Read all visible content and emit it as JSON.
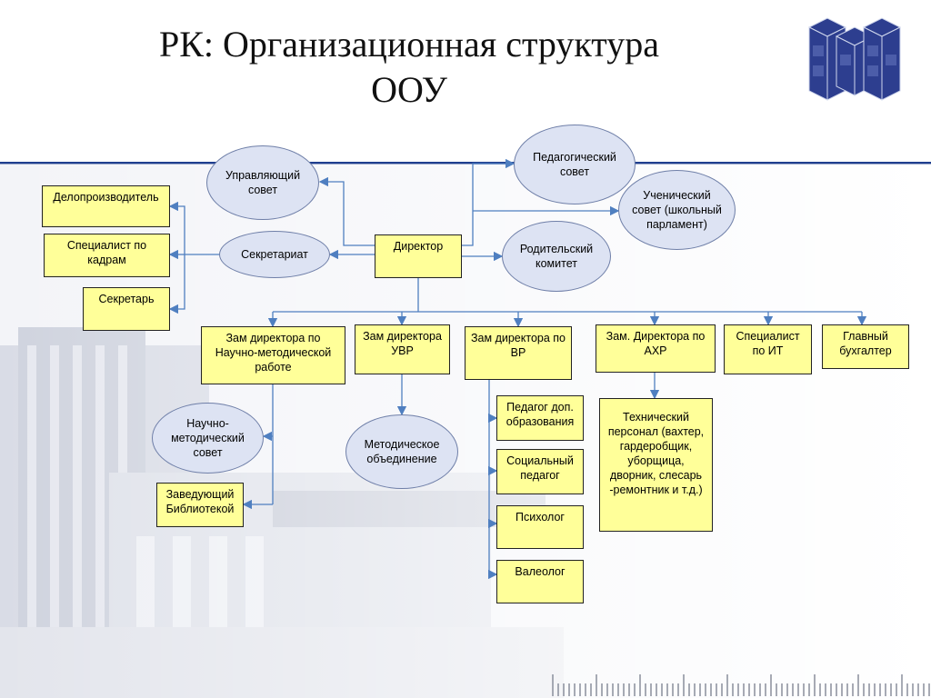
{
  "slide": {
    "title_line1": "РК: Организационная структура",
    "title_line2": "ООУ"
  },
  "nodes": {
    "director": "Директор",
    "governing_council": "Управляющий совет",
    "secretariat": "Секретариат",
    "records_clerk": "Делопроизводитель",
    "hr_specialist": "Специалист по кадрам",
    "secretary": "Секретарь",
    "pedagogical_council": "Педагогический совет",
    "student_council": "Ученический совет (школьный парламент)",
    "parent_committee": "Родительский комитет",
    "deputy_methodical": "Зам директора по Научно-методической работе",
    "deputy_uvr": "Зам директора УВР",
    "deputy_vr": "Зам директора по ВР",
    "deputy_ahr": "Зам. Директора по АХР",
    "it_specialist": "Специалист по ИТ",
    "chief_accountant": "Главный бухгалтер",
    "scientific_methodical_council": "Научно-методический совет",
    "head_librarian": "Заведующий Библиотекой",
    "methodical_association": "Методическое объединение",
    "extra_education_teacher": "Педагог доп. образования",
    "social_pedagogue": "Социальный педагог",
    "psychologist": "Психолог",
    "valeologist": "Валеолог",
    "technical_staff": "Технический персонал (вахтер, гардеробщик, уборщица, дворник, слесарь -ремонтник и т.д.)"
  },
  "colors": {
    "box_fill": "#ffff99",
    "ellipse_fill": "#dde3f3",
    "connector": "#4f7fc0",
    "accent_bar": "#1f3f8f"
  },
  "icons": {
    "logo": "mgu-cube-logo-icon",
    "footer": "ruler-ticks-icon"
  }
}
